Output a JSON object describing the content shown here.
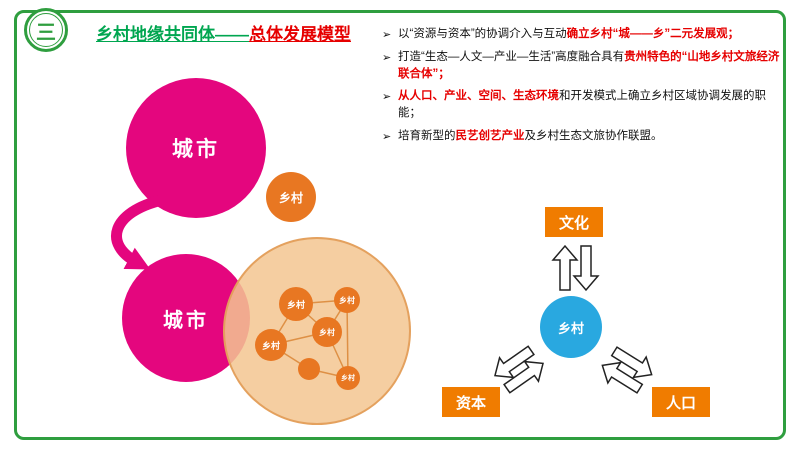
{
  "colors": {
    "frame_green": "#2f9e3f",
    "title_green": "#00a650",
    "highlight_red": "#e60000",
    "city_pink": "#e4067e",
    "village_orange": "#e87722",
    "region_tan": "#f3c692",
    "hub_blue": "#29a8e0",
    "factor_orange": "#f07c00"
  },
  "header": {
    "badge": "三",
    "title_green": "乡村地缘共同体——",
    "title_red": "总体发展模型"
  },
  "bullets": {
    "marker": "➢",
    "items": [
      {
        "pre": "以“资源与资本”的协调介入与互动",
        "red": "确立乡村“城——乡”二元发展观；",
        "post": ""
      },
      {
        "pre": "打造“生态—人文—产业—生活”高度融合具有",
        "red": "贵州特色的“山地乡村文旅经济联合体”；",
        "post": ""
      },
      {
        "pre": "",
        "red": "从人口、产业、空间、生态环境",
        "post": "和开发模式上确立乡村区域协调发展的职能；"
      },
      {
        "pre": "培育新型的",
        "red": "民艺创艺产业",
        "post": "及乡村生态文旅协作联盟。"
      }
    ]
  },
  "left_diagram": {
    "city_top": "城市",
    "city_bottom": "城市",
    "village": "乡村",
    "nodes": [
      {
        "label": "乡村"
      },
      {
        "label": "乡村"
      },
      {
        "label": "乡村"
      },
      {
        "label": "乡村"
      },
      {
        "label": ""
      },
      {
        "label": "乡村"
      }
    ]
  },
  "right_diagram": {
    "hub": "乡村",
    "culture": "文化",
    "capital": "资本",
    "population": "人口"
  }
}
